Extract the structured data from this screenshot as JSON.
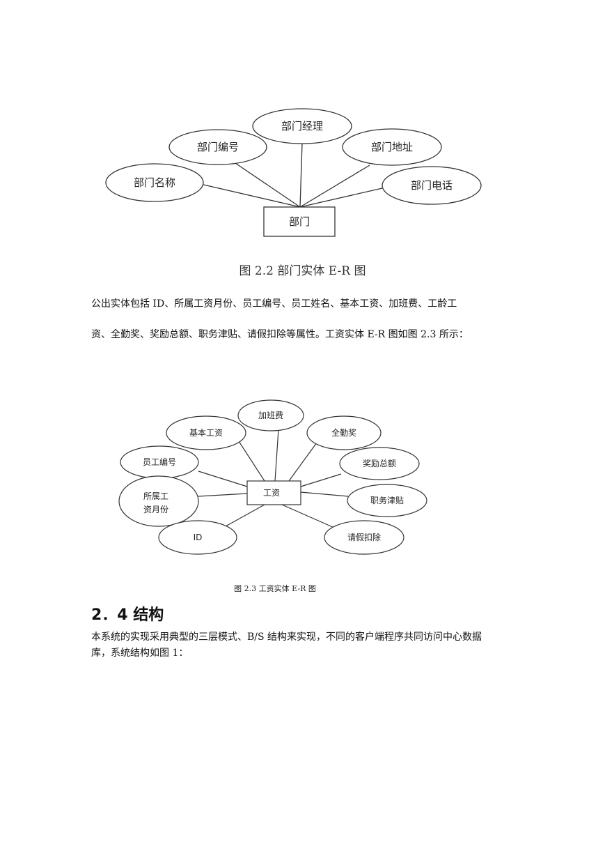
{
  "figure_2_2": {
    "entity": "部门",
    "attributes": [
      "部门经理",
      "部门编号",
      "部门地址",
      "部门名称",
      "部门电话"
    ],
    "caption": "图 2.2 部门实体 E-R 图"
  },
  "paragraph_1": {
    "line1": "公出实体包括 ID、所属工资月份、员工编号、员工姓名、基本工资、加班费、工龄工",
    "line2": "资、全勤奖、奖励总额、职务津贴、请假扣除等属性。工资实体 E-R 图如图 2.3 所示："
  },
  "figure_2_3": {
    "entity": "工资",
    "attributes": [
      "加班费",
      "基本工资",
      "全勤奖",
      "员工编号",
      "奖励总额",
      "所属工",
      "资月份",
      "职务津贴",
      "ID",
      "请假扣除"
    ],
    "caption": "图 2.3 工资实体 E-R 图"
  },
  "section_2_4": {
    "heading": "2．4 结构",
    "line1": "本系统的实现采用典型的三层模式、B/S 结构来实现，不同的客户端程序共同访问中心数据",
    "line2": "库，系统结构如图 1："
  }
}
